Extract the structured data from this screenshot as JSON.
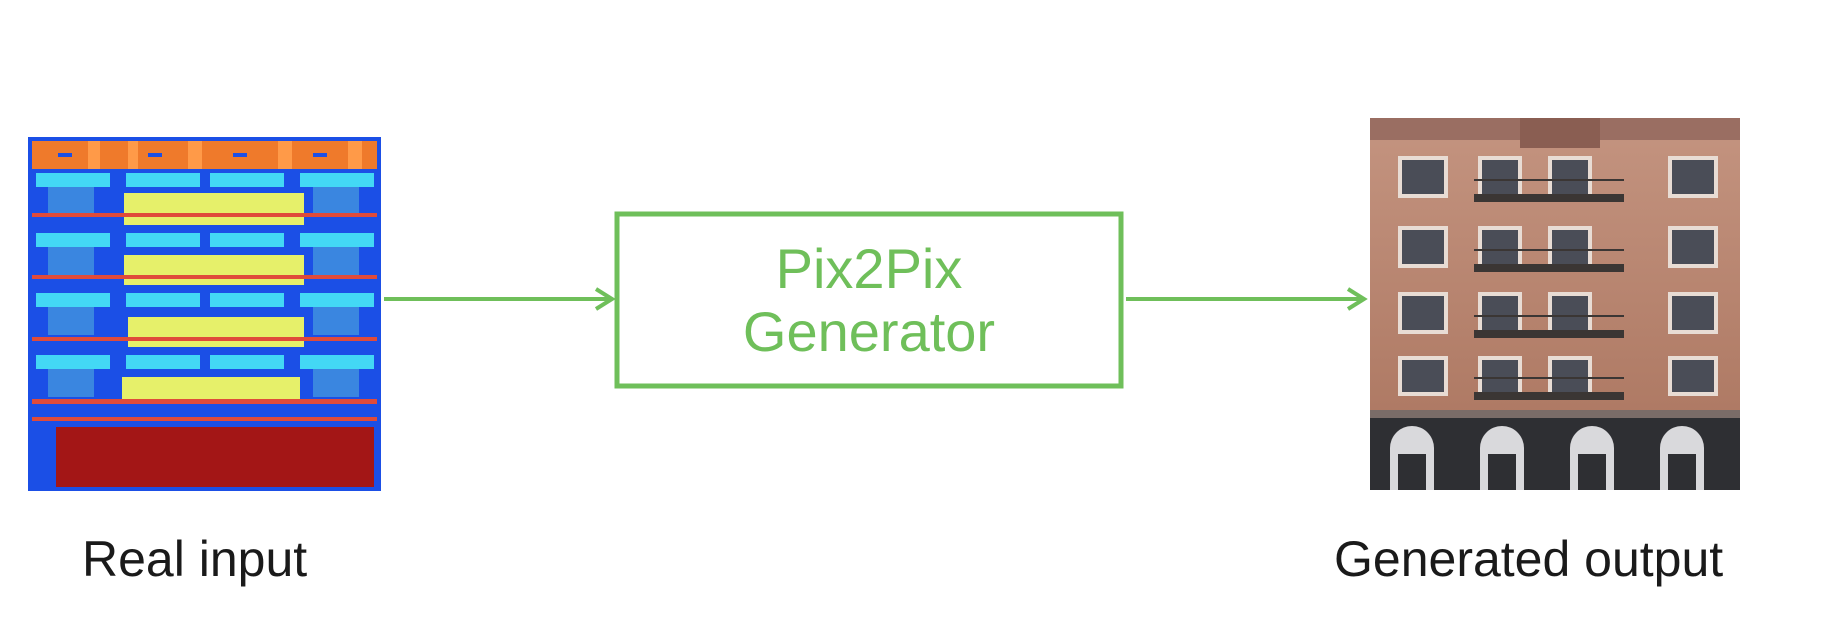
{
  "diagram": {
    "input_label": "Real input",
    "generator_line1": "Pix2Pix",
    "generator_line2": "Generator",
    "output_label": "Generated output"
  },
  "colors": {
    "accent_green": "#6fbf5a",
    "text": "#1a1a1a",
    "facade_blue": "#1b4fe6",
    "facade_orange": "#ef7a2b",
    "facade_cyan": "#43d8f5",
    "facade_yellow": "#e6f06a",
    "facade_red": "#a31616",
    "building_brick": "#b7826c"
  },
  "icons": [
    "right-arrow-icon",
    "right-arrow-icon"
  ]
}
